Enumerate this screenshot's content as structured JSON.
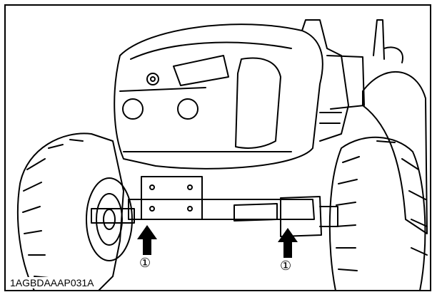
{
  "figure": {
    "callouts": [
      "①",
      "①"
    ],
    "figure_code": "1AGBDAAAP031A"
  },
  "colors": {
    "line": "#000000",
    "background": "#ffffff"
  }
}
